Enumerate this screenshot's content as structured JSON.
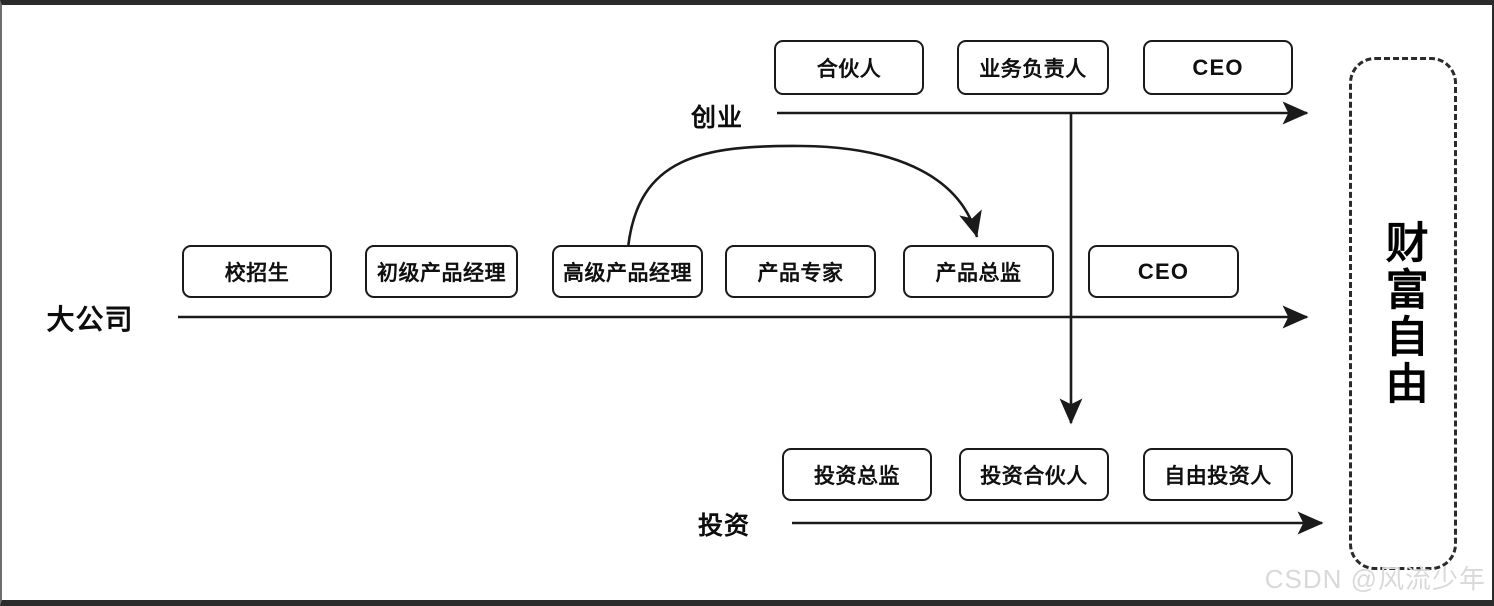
{
  "diagram": {
    "title": "career-path-to-wealth-freedom",
    "tracks": [
      {
        "id": "startup",
        "label": "创业",
        "nodes": [
          "合伙人",
          "业务负责人",
          "CEO"
        ]
      },
      {
        "id": "big-company",
        "label": "大公司",
        "nodes": [
          "校招生",
          "初级产品经理",
          "高级产品经理",
          "产品专家",
          "产品总监",
          "CEO"
        ]
      },
      {
        "id": "investment",
        "label": "投资",
        "nodes": [
          "投资总监",
          "投资合伙人",
          "自由投资人"
        ]
      }
    ],
    "goal": {
      "text": "财富自由"
    },
    "connectors": [
      {
        "id": "skip-level-arc",
        "from": "高级产品经理",
        "to": "产品总监"
      },
      {
        "id": "startup-to-investment",
        "from": "创业",
        "to": "投资"
      }
    ]
  },
  "watermark": {
    "text": "CSDN @风流少年"
  },
  "colors": {
    "stroke": "#1a1a1a",
    "frame": "#2b2b2b",
    "background": "#ffffff",
    "watermark": "#d9d9d9"
  }
}
